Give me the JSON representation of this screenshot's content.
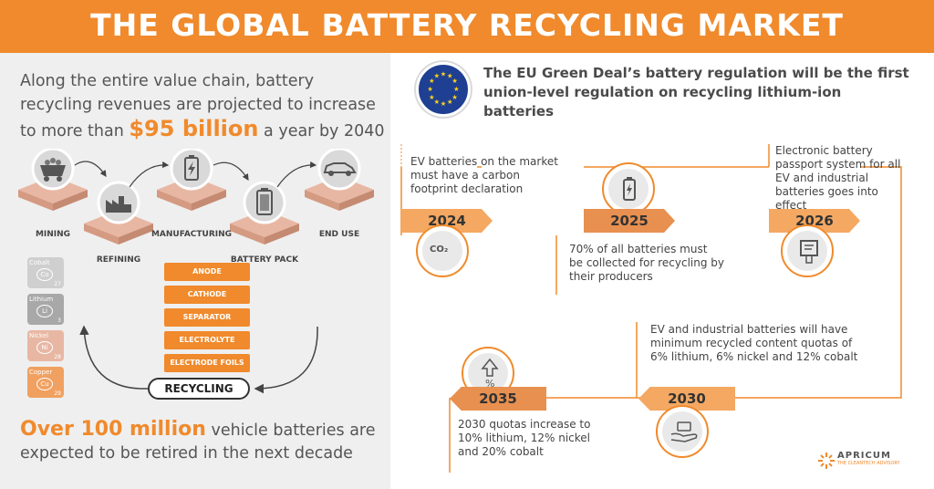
{
  "title": "THE GLOBAL BATTERY RECYCLING MARKET",
  "left": {
    "intro_pre": "Along the entire value chain, battery recycling revenues are projected to increase to more than ",
    "intro_big": "$95 billion",
    "intro_post": " a year by 2040",
    "chain": [
      {
        "label": "MINING",
        "icon": "mining-cart-icon"
      },
      {
        "label": "REFINING",
        "icon": "factory-icon"
      },
      {
        "label": "MANUFACTURING",
        "icon": "battery-charge-icon"
      },
      {
        "label": "BATTERY PACK",
        "icon": "battery-pack-icon"
      },
      {
        "label": "END USE",
        "icon": "car-icon"
      }
    ],
    "elements": [
      {
        "name": "Cobalt",
        "symbol": "Co",
        "number": "27",
        "color": "#cfcfcf"
      },
      {
        "name": "Lithium",
        "symbol": "Li",
        "number": "3",
        "color": "#a8a8a8"
      },
      {
        "name": "Nickel",
        "symbol": "Ni",
        "number": "28",
        "color": "#e8b7a3"
      },
      {
        "name": "Copper",
        "symbol": "Cu",
        "number": "29",
        "color": "#f0a060"
      }
    ],
    "parts": [
      "ANODE",
      "CATHODE",
      "SEPARATOR",
      "ELECTROLYTE",
      "ELECTRODE FOILS"
    ],
    "recycling_label": "RECYCLING",
    "bottom_big": "Over 100 million",
    "bottom_post": " vehicle batteries are expected to be retired in the next decade"
  },
  "right": {
    "eu_title": "The EU Green Deal’s battery regulation will be the first union-level regulation on recycling lithium-ion batteries",
    "timeline": [
      {
        "year": "2024",
        "desc": "EV batteries on the market must have a carbon footprint declaration",
        "icon": "co2-footprint-icon"
      },
      {
        "year": "2025",
        "desc": "70% of all batteries must be collected for recycling by their producers",
        "icon": "battery-charge-icon"
      },
      {
        "year": "2026",
        "desc": "Electronic battery passport system for all EV and industrial batteries goes into effect",
        "icon": "passport-icon"
      },
      {
        "year": "2030",
        "desc": "EV and industrial batteries will have minimum recycled content quotas of 6% lithium, 6% nickel and 12% cobalt",
        "icon": "battery-hand-icon"
      },
      {
        "year": "2035",
        "desc": "2030 quotas increase to 10% lithium, 12% nickel and 20% cobalt",
        "icon": "percent-up-icon"
      }
    ],
    "logo_name": "APRICUM",
    "logo_tagline": "THE CLEANTECH ADVISORY"
  },
  "colors": {
    "accent": "#f08a2c",
    "tile": "#e8b7a3",
    "eu_blue": "#1f3f93",
    "eu_star": "#ffd617"
  }
}
